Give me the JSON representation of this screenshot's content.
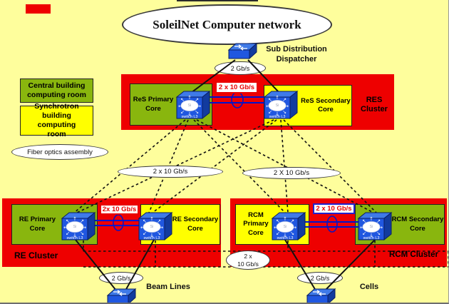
{
  "title": "SoleilNet Computer network",
  "legend": {
    "central_room": "Central building computing room",
    "synchrotron_room": "Synchrotron building computing room",
    "fiber": "Fiber optics assembly"
  },
  "dispatcher": {
    "name": "Sub Distribution Dispatcher",
    "downlink": "2 Gb/s"
  },
  "core_switch": {
    "caption": "switch L3",
    "chip": "Si"
  },
  "clusters": {
    "res": {
      "name": "RES Cluster",
      "primary": "ReS Primary Core",
      "secondary": "ReS Secondary Core",
      "interlink": "2 x 10 Gb/s"
    },
    "re": {
      "name": "RE Cluster",
      "primary": "RE Primary Core",
      "secondary": "RE Secondary Core",
      "interlink": "2x 10 Gb/s"
    },
    "rcm": {
      "name": "RCM Cluster",
      "primary": "RCM Primary Core",
      "secondary": "RCM Secondary Core",
      "interlink": "2 x 10 Gb/s"
    }
  },
  "uplinks": {
    "res_to_re": "2 x 10 Gb/s",
    "res_to_rcm": "2 X 10 Gb/s",
    "re_rcm_line1": "2 x",
    "re_rcm_line2": "10 Gb/s"
  },
  "endpoints": {
    "beam_lines": {
      "name": "Beam Lines",
      "uplink": "2 Gb/s"
    },
    "cells": {
      "name": "Cells",
      "uplink": "2 Gb/s"
    }
  },
  "colors": {
    "background": "#FEFE9C",
    "cluster_red": "#EE0000",
    "room_green": "#89B60E",
    "room_yellow": "#FFFF00",
    "switch_blue": "#2057E0",
    "link_blue": "#0014CC",
    "speed_label_red": "#E80000"
  }
}
